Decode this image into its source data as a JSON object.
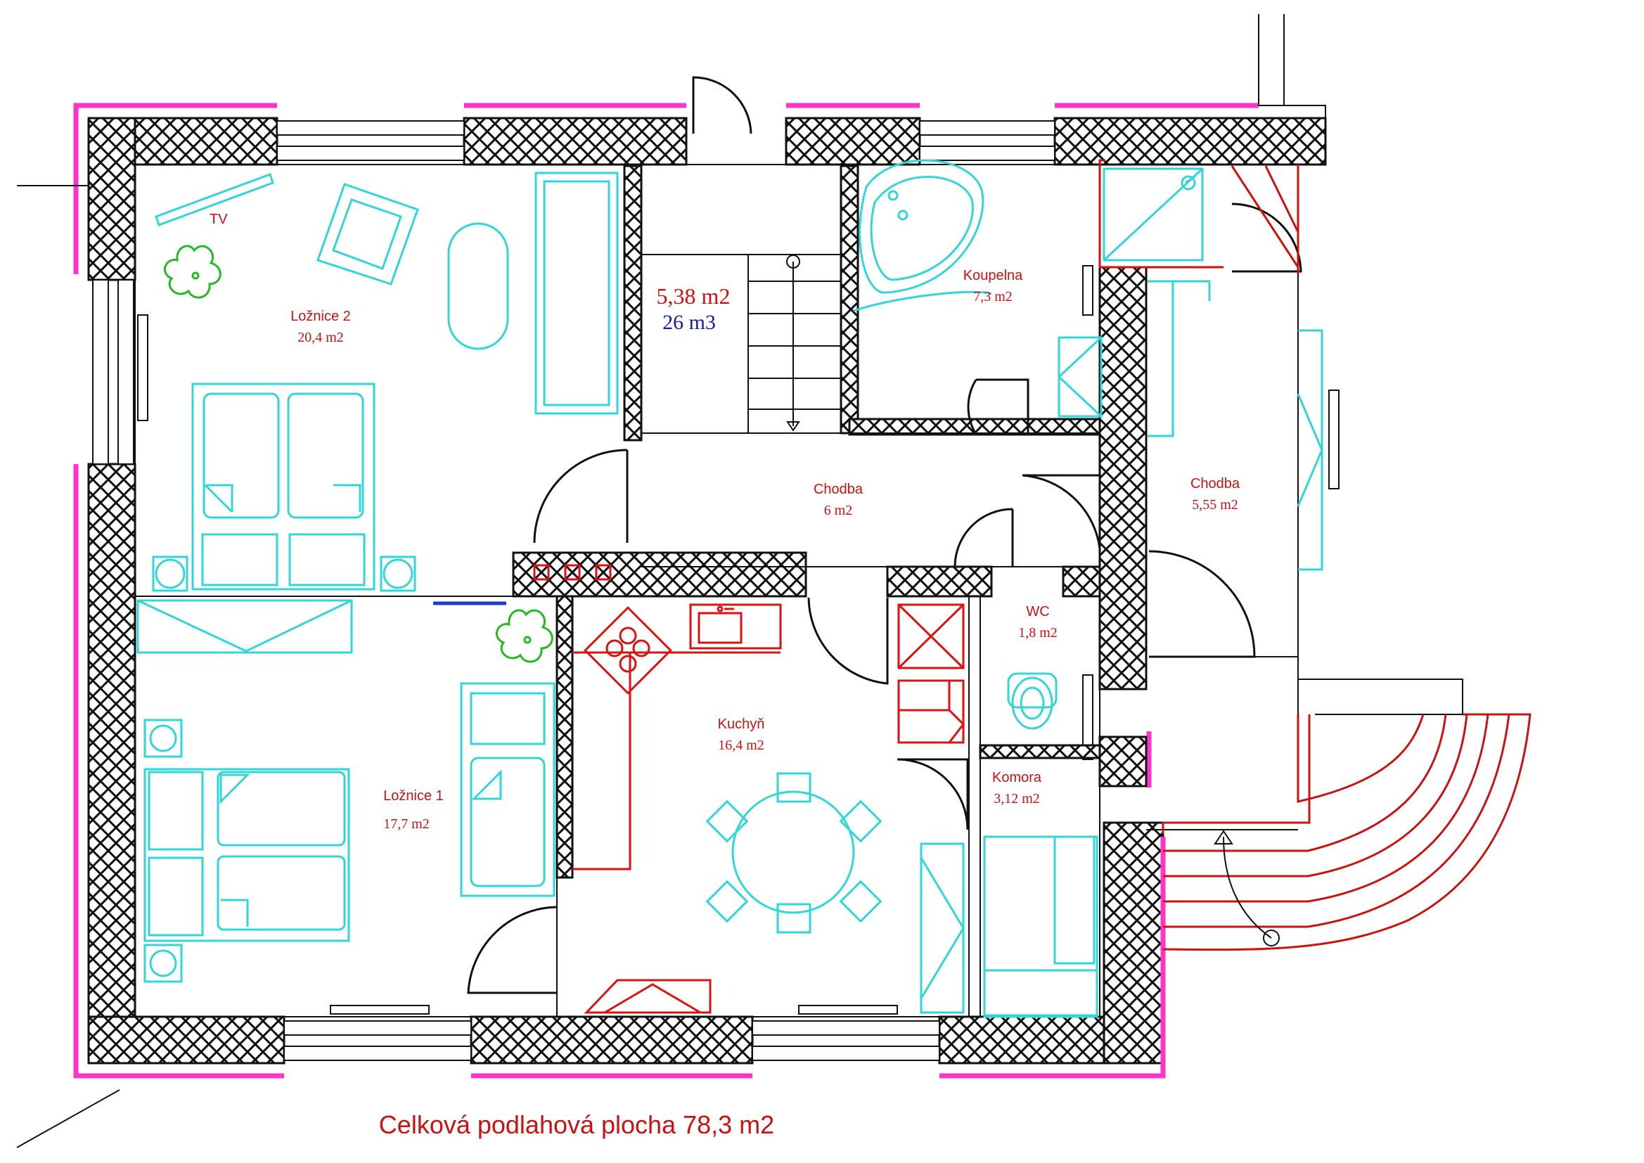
{
  "rooms": {
    "loznice2": {
      "name": "Ložnice 2",
      "area": "20,4 m2"
    },
    "loznice1": {
      "name": "Ložnice 1",
      "area": "17,7 m2"
    },
    "stair": {
      "area": "5,38 m2",
      "volume": "26 m3"
    },
    "koupelna": {
      "name": "Koupelna",
      "area": "7,3 m2"
    },
    "chodba1": {
      "name": "Chodba",
      "area": "6 m2"
    },
    "chodba2": {
      "name": "Chodba",
      "area": "5,55 m2"
    },
    "wc": {
      "name": "WC",
      "area": "1,8 m2"
    },
    "kuchyn": {
      "name": "Kuchyň",
      "area": "16,4 m2"
    },
    "komora": {
      "name": "Komora",
      "area": "3,12 m2"
    }
  },
  "labels": {
    "tv": "TV",
    "total": "Celková podlahová plocha 78,3 m2"
  },
  "colors": {
    "room_label": "#cc1111",
    "volume_label": "#1a1aa0",
    "insulation": "#ff33cc",
    "furniture": "#33d6d6",
    "kitchen": "#dd1111",
    "plants": "#22bb22"
  }
}
